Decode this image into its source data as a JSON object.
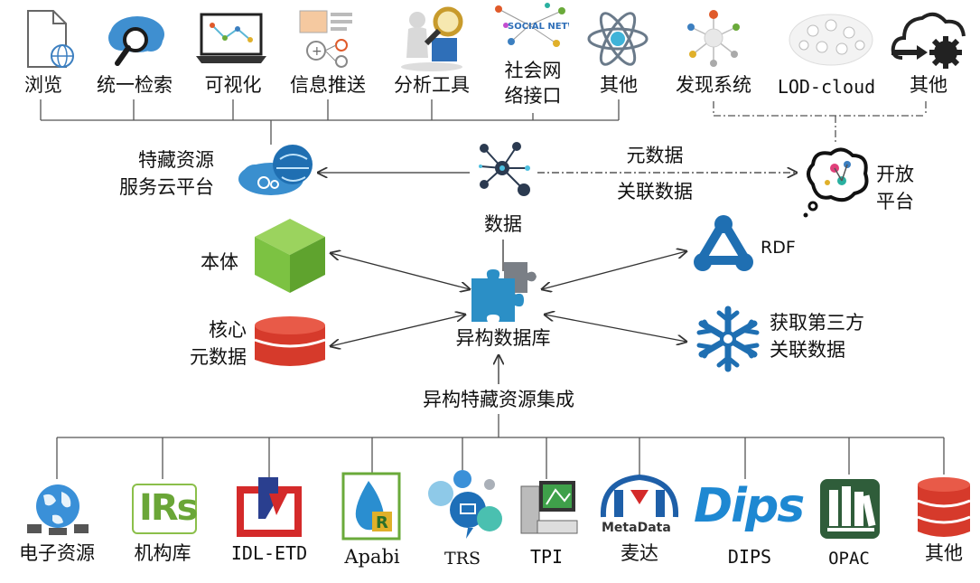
{
  "top": {
    "labels": [
      "浏览",
      "统一检索",
      "可视化",
      "信息推送",
      "分析工具",
      "社会网\n络接口",
      "其他",
      "发现系统",
      "LOD-cloud",
      "其他"
    ],
    "network_badge": "SOCIAL NETWORK"
  },
  "middle": {
    "cloud_platform": "特藏资源\n服务云平台",
    "data": "数据",
    "metadata": "元数据",
    "linked_data": "关联数据",
    "open_platform": "开放\n平台",
    "ontology": "本体",
    "core_metadata": "核心\n元数据",
    "heterogeneous_db": "异构数据库",
    "rdf": "RDF",
    "third_party": "获取第三方\n关联数据",
    "integration": "异构特藏资源集成"
  },
  "bottom": {
    "labels": [
      "电子资源",
      "机构库",
      "IDL-ETD",
      "Apabi",
      "TRS",
      "TPI",
      "麦达",
      "DIPS",
      "OPAC",
      "其他"
    ],
    "logo_texts": {
      "irs": "IRs",
      "metadata_logo": "MetaData",
      "dips_logo": "Dips"
    }
  },
  "colors": {
    "line": "#333333",
    "ontology_green": "#7cc242",
    "db_red": "#d63a2b",
    "rdf_blue": "#1f6fb2",
    "puzzle_blue": "#2b8fc6",
    "dips_blue": "#1e88d2"
  }
}
